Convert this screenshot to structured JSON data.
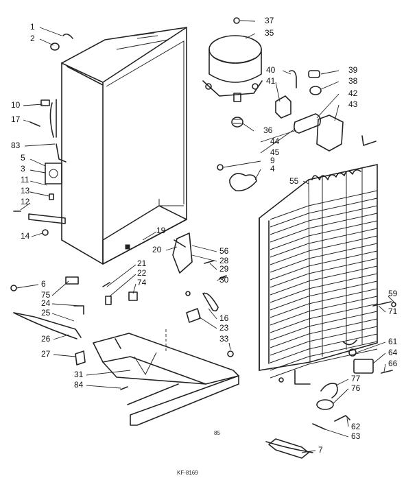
{
  "part_numbers": [
    "1",
    "2",
    "10",
    "17",
    "83",
    "5",
    "3",
    "11",
    "13",
    "12",
    "14",
    "37",
    "35",
    "40",
    "41",
    "39",
    "38",
    "42",
    "43",
    "36",
    "44",
    "45",
    "9",
    "4",
    "55",
    "19",
    "20",
    "56",
    "28",
    "29",
    "30",
    "21",
    "22",
    "74",
    "6",
    "75",
    "24",
    "25",
    "26",
    "27",
    "31",
    "84",
    "16",
    "23",
    "33",
    "59",
    "71",
    "61",
    "64",
    "66",
    "77",
    "76",
    "62",
    "63",
    "7"
  ],
  "page_code": "85",
  "doc_code": "KF-8169"
}
